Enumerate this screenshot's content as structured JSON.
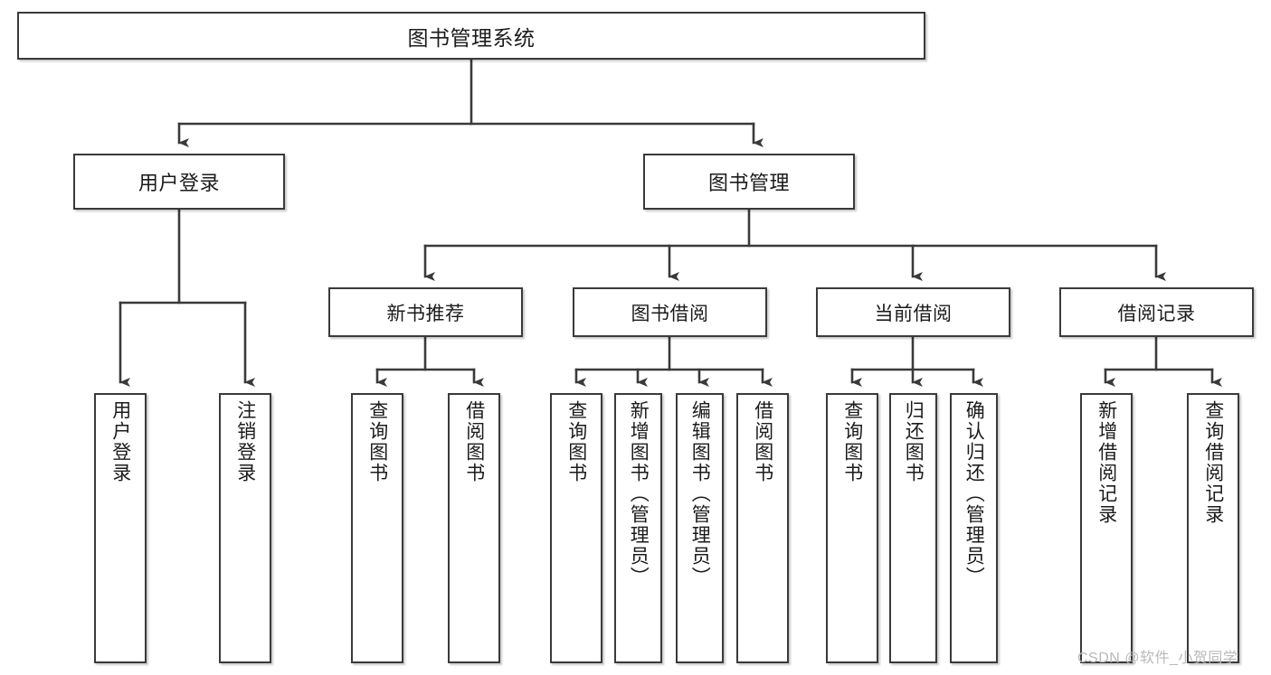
{
  "diagram": {
    "title": "图书管理系统",
    "type": "hierarchy-tree",
    "background_color": "#ffffff",
    "line_color": "#3a3a3a",
    "text_color": "#1b1b1b"
  },
  "nodes": {
    "root": {
      "label": "图书管理系统"
    },
    "level1": [
      {
        "label": "用户登录"
      },
      {
        "label": "图书管理"
      }
    ],
    "level2": [
      {
        "label": "新书推荐"
      },
      {
        "label": "图书借阅"
      },
      {
        "label": "当前借阅"
      },
      {
        "label": "借阅记录"
      }
    ],
    "level3": {
      "user_login": [
        {
          "label": "用户登录"
        },
        {
          "label": "注销登录"
        }
      ],
      "new_book_recommend": [
        {
          "label": "查询图书"
        },
        {
          "label": "借阅图书"
        }
      ],
      "book_borrow": [
        {
          "label": "查询图书"
        },
        {
          "label": "新增图书（管理员）"
        },
        {
          "label": "编辑图书（管理员）"
        },
        {
          "label": "借阅图书"
        }
      ],
      "current_borrow": [
        {
          "label": "查询图书"
        },
        {
          "label": "归还图书"
        },
        {
          "label": "确认归还（管理员）"
        }
      ],
      "borrow_record": [
        {
          "label": "新增借阅记录"
        },
        {
          "label": "查询借阅记录"
        }
      ]
    }
  },
  "watermark": {
    "text": "CSDN @软件_小贺同学"
  }
}
